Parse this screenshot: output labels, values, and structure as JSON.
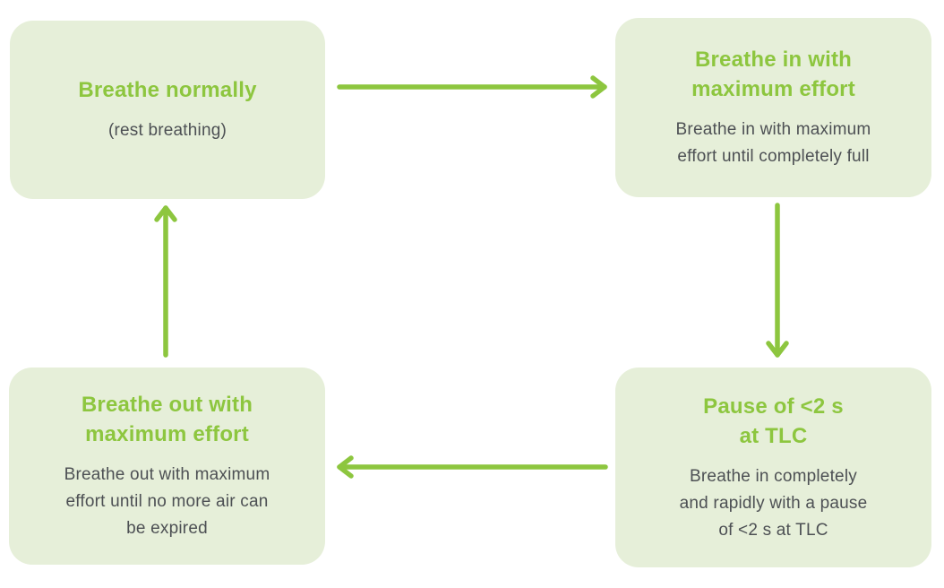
{
  "diagram": {
    "name": "breathing-maneuver-cycle",
    "boxes": [
      {
        "id": "breathe-normally",
        "title_lines": [
          "Breathe normally"
        ],
        "body_lines": [
          "(rest breathing)"
        ]
      },
      {
        "id": "breathe-in-max-effort",
        "title_lines": [
          "Breathe in with",
          "maximum effort"
        ],
        "body_lines": [
          "Breathe in with maximum",
          "effort until completely full"
        ]
      },
      {
        "id": "pause-at-tlc",
        "title_lines": [
          "Pause of <2 s",
          "at TLC"
        ],
        "body_lines": [
          "Breathe in completely",
          "and rapidly with a pause",
          "of <2 s at TLC"
        ]
      },
      {
        "id": "breathe-out-max-effort",
        "title_lines": [
          "Breathe out with",
          "maximum effort"
        ],
        "body_lines": [
          "Breathe out with maximum",
          "effort until no more air can",
          "be expired"
        ]
      }
    ],
    "arrows": [
      {
        "from": "breathe-normally",
        "to": "breathe-in-max-effort",
        "direction": "right"
      },
      {
        "from": "breathe-in-max-effort",
        "to": "pause-at-tlc",
        "direction": "down"
      },
      {
        "from": "pause-at-tlc",
        "to": "breathe-out-max-effort",
        "direction": "left"
      },
      {
        "from": "breathe-out-max-effort",
        "to": "breathe-normally",
        "direction": "up"
      }
    ]
  },
  "colors": {
    "accent": "#8dc63f",
    "boxBg": "#e6efd9",
    "bodyText": "#4d5054",
    "pageBg": "#ffffff"
  }
}
